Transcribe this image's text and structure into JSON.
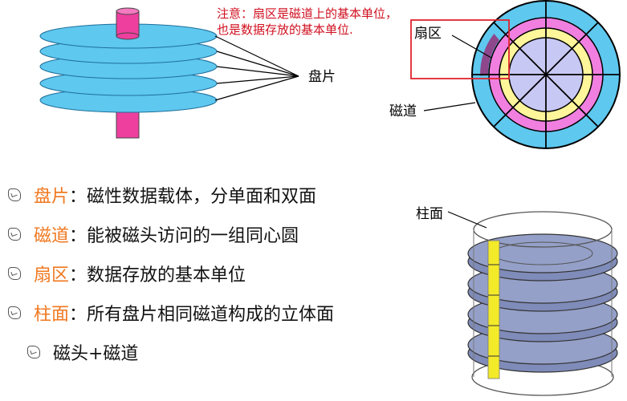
{
  "note": {
    "line1": "注意：扇区是磁道上的基本单位，",
    "line2": "也是数据存放的基本单位."
  },
  "labels": {
    "platter": "盘片",
    "sector": "扇区",
    "track": "磁道",
    "cylinder": "柱面"
  },
  "bullets": [
    {
      "term": "盘片",
      "sep": "：",
      "desc": "磁性数据载体，分单面和双面"
    },
    {
      "term": "磁道",
      "sep": "：",
      "desc": "能被磁头访问的一组同心圆"
    },
    {
      "term": "扇区",
      "sep": "：",
      "desc": "数据存放的基本单位"
    },
    {
      "term": "柱面",
      "sep": "：",
      "desc": "所有盘片相同磁道构成的立体面"
    }
  ],
  "sub_bullet": "磁头+磁道",
  "colors": {
    "platter_blue": "#5ec8ef",
    "spindle_pink": "#ee3f9f",
    "ring_pink": "#f07fe0",
    "ring_yellow": "#fff59a",
    "center_lavender": "#c8c8f4",
    "sector_purple": "#93397f",
    "cylinder_gray": "#94a0c8",
    "cylinder_yellow": "#f3ea2a",
    "term_orange": "#f07820",
    "note_red": "#d01020"
  }
}
